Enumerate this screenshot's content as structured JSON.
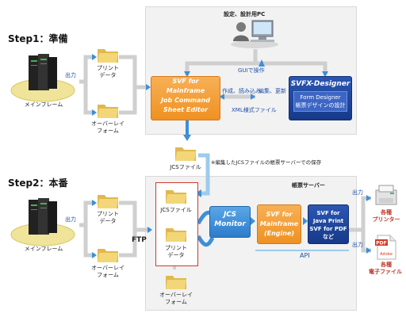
{
  "steps": {
    "step1": "Step1：準備",
    "step2": "Step2：本番"
  },
  "pc_label": "設定、設計用PC",
  "gui_label": "GUIで操作",
  "output_label": "出力",
  "mainframe_label": "メインフレーム",
  "print_data": [
    "プリント",
    "データ"
  ],
  "overlay_form": [
    "オーバーレイ",
    "フォーム"
  ],
  "svf_editor": [
    "SVF for",
    "Mainframe",
    "Job Command",
    "Sheet Editor"
  ],
  "svfx_designer": "SVFX-Designer",
  "form_designer": [
    "Form Designer",
    "帳票デザインの設計"
  ],
  "create_read": "作成、読み込み",
  "edit_update": "編集、更新",
  "xml_file": "XML様式ファイル",
  "jcs_file": "JCSファイル",
  "jcs_note": "※編集したJCSファイルの帳票サーバーでの保存",
  "form_server": "帳票サーバー",
  "ftp": "FTP",
  "jcs_monitor": [
    "JCS",
    "Monitor"
  ],
  "svf_engine": [
    "SVF for",
    "Mainframe",
    "(Engine)"
  ],
  "svf_java": [
    "SVF for",
    "Java Print",
    "SVF for PDF",
    "など"
  ],
  "api": "API",
  "printer_label": [
    "各種",
    "プリンター"
  ],
  "efile_label": [
    "各種",
    "電子ファイル"
  ],
  "pdf_badge": "PDF",
  "adobe_badge": "Adobe",
  "colors": {
    "orange": "#ef9122",
    "navy": "#163a8a",
    "blue_arrow": "#3c8fd8",
    "red_frame": "#d23a2a"
  }
}
